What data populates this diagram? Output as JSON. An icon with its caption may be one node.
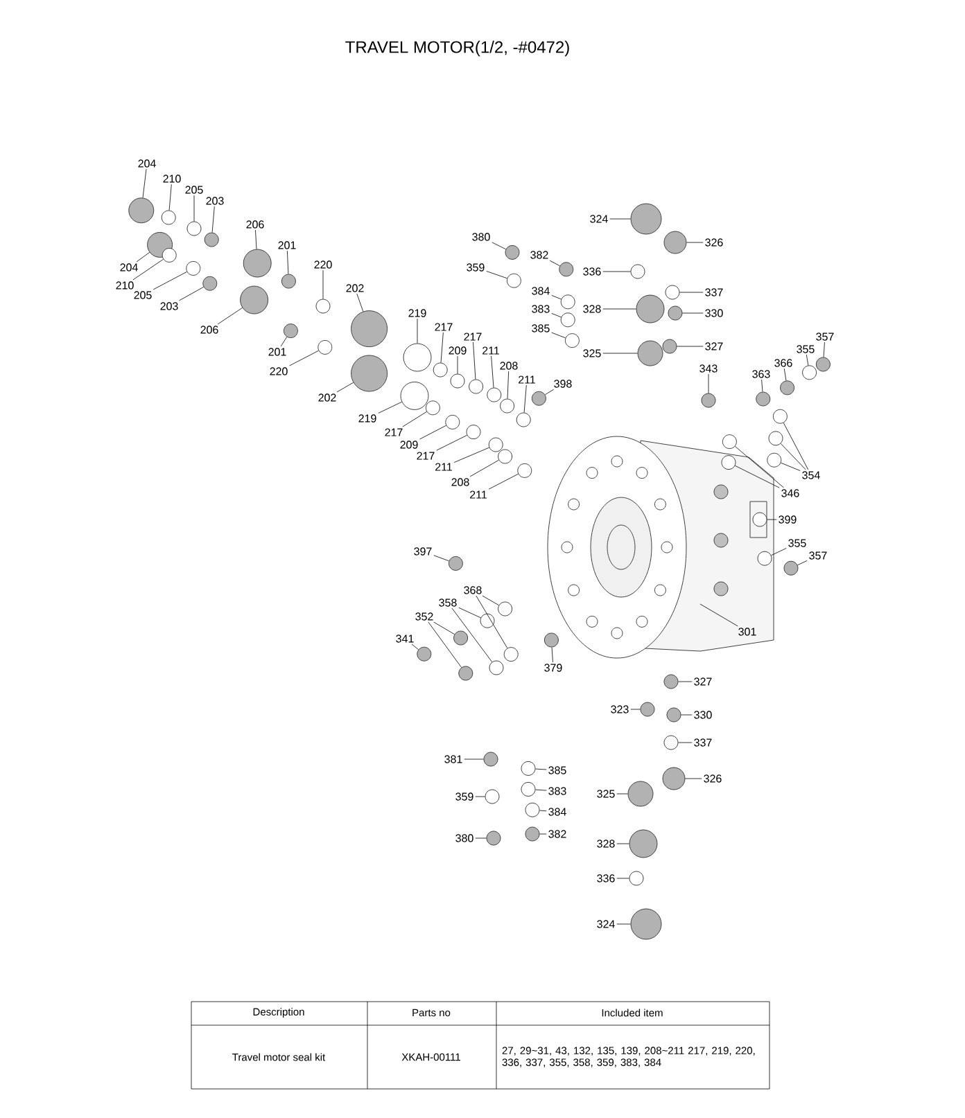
{
  "diagram": {
    "title": "TRAVEL MOTOR(1/2, -#0472)",
    "nodes": [
      {
        "text": [
          "204"
        ]
      },
      {
        "text": [
          "210"
        ]
      },
      {
        "text": [
          "205"
        ]
      },
      {
        "text": [
          "203"
        ]
      },
      {
        "text": [
          "206"
        ]
      },
      {
        "text": [
          "201"
        ]
      },
      {
        "text": [
          "220"
        ]
      },
      {
        "text": [
          "202"
        ]
      },
      {
        "text": [
          "219"
        ]
      },
      {
        "text": [
          "217"
        ]
      },
      {
        "text": [
          "217"
        ]
      },
      {
        "text": [
          "209"
        ]
      },
      {
        "text": [
          "211"
        ]
      },
      {
        "text": [
          "208"
        ]
      },
      {
        "text": [
          "211"
        ]
      },
      {
        "text": [
          "398"
        ]
      },
      {
        "text": [
          "204"
        ]
      },
      {
        "text": [
          "210"
        ]
      },
      {
        "text": [
          "205"
        ]
      },
      {
        "text": [
          "203"
        ]
      },
      {
        "text": [
          "206"
        ]
      },
      {
        "text": [
          "201"
        ]
      },
      {
        "text": [
          "220"
        ]
      },
      {
        "text": [
          "202"
        ]
      },
      {
        "text": [
          "219"
        ]
      },
      {
        "text": [
          "217"
        ]
      },
      {
        "text": [
          "209"
        ]
      },
      {
        "text": [
          "217"
        ]
      },
      {
        "text": [
          "211"
        ]
      },
      {
        "text": [
          "208"
        ]
      },
      {
        "text": [
          "211"
        ]
      },
      {
        "text": [
          "380"
        ]
      },
      {
        "text": [
          "382"
        ]
      },
      {
        "text": [
          "359"
        ]
      },
      {
        "text": [
          "384"
        ]
      },
      {
        "text": [
          "383"
        ]
      },
      {
        "text": [
          "385"
        ]
      },
      {
        "text": [
          "324"
        ]
      },
      {
        "text": [
          "326"
        ]
      },
      {
        "text": [
          "336"
        ]
      },
      {
        "text": [
          "337"
        ]
      },
      {
        "text": [
          "328"
        ]
      },
      {
        "text": [
          "330"
        ]
      },
      {
        "text": [
          "325"
        ]
      },
      {
        "text": [
          "327"
        ]
      },
      {
        "text": [
          "343"
        ]
      },
      {
        "text": [
          "363"
        ]
      },
      {
        "text": [
          "366"
        ]
      },
      {
        "text": [
          "355"
        ]
      },
      {
        "text": [
          "357"
        ]
      },
      {
        "text": [
          "354"
        ]
      },
      {
        "text": [
          "346"
        ]
      },
      {
        "text": [
          "399"
        ]
      },
      {
        "text": [
          "355"
        ]
      },
      {
        "text": [
          "357"
        ]
      },
      {
        "text": [
          "397"
        ]
      },
      {
        "text": [
          "368"
        ]
      },
      {
        "text": [
          "358"
        ]
      },
      {
        "text": [
          "352"
        ]
      },
      {
        "text": [
          "341"
        ]
      },
      {
        "text": [
          "379"
        ]
      },
      {
        "text": [
          "301"
        ]
      },
      {
        "text": [
          "327"
        ]
      },
      {
        "text": [
          "330"
        ]
      },
      {
        "text": [
          "337"
        ]
      },
      {
        "text": [
          "323"
        ]
      },
      {
        "text": [
          "381"
        ]
      },
      {
        "text": [
          "385"
        ]
      },
      {
        "text": [
          "383"
        ]
      },
      {
        "text": [
          "384"
        ]
      },
      {
        "text": [
          "359"
        ]
      },
      {
        "text": [
          "382"
        ]
      },
      {
        "text": [
          "380"
        ]
      },
      {
        "text": [
          "326"
        ]
      },
      {
        "text": [
          "325"
        ]
      },
      {
        "text": [
          "328"
        ]
      },
      {
        "text": [
          "336"
        ]
      },
      {
        "text": [
          "324"
        ]
      },
      {
        "text": [],
        "shape": "circle"
      },
      {
        "text": [],
        "shape": "circle"
      },
      {
        "text": [],
        "shape": "circle"
      },
      {
        "text": [],
        "shape": "circle"
      },
      {
        "text": [],
        "shape": "circle"
      },
      {
        "text": [],
        "shape": "circle"
      },
      {
        "text": [],
        "shape": "circle"
      },
      {
        "text": [],
        "shape": "circle"
      },
      {
        "text": [],
        "shape": "circle"
      },
      {
        "text": [],
        "shape": "circle"
      },
      {
        "text": [],
        "shape": "circle"
      },
      {
        "text": [],
        "shape": "circle"
      },
      {
        "text": [],
        "shape": "circle"
      },
      {
        "text": [],
        "shape": "circle"
      },
      {
        "text": [],
        "shape": "circle"
      },
      {
        "text": [],
        "shape": "circle"
      },
      {
        "text": [],
        "shape": "circle"
      },
      {
        "text": [],
        "shape": "circle"
      },
      {
        "text": [],
        "shape": "circle"
      },
      {
        "text": [],
        "shape": "circle"
      },
      {
        "text": [],
        "shape": "circle"
      },
      {
        "text": [],
        "shape": "circle"
      },
      {
        "text": [],
        "shape": "circle"
      },
      {
        "text": [],
        "shape": "circle"
      },
      {
        "text": [],
        "shape": "circle"
      },
      {
        "text": [],
        "shape": "circle"
      },
      {
        "text": [],
        "shape": "circle"
      },
      {
        "text": [],
        "shape": "circle"
      },
      {
        "text": [],
        "shape": "circle"
      },
      {
        "text": [],
        "shape": "circle"
      },
      {
        "text": [],
        "shape": "circle"
      },
      {
        "text": [],
        "shape": "circle"
      },
      {
        "text": [],
        "shape": "circle"
      },
      {
        "text": [],
        "shape": "circle"
      },
      {
        "text": [],
        "shape": "circle"
      },
      {
        "text": [],
        "shape": "circle"
      },
      {
        "text": [],
        "shape": "circle"
      },
      {
        "text": [],
        "shape": "circle"
      },
      {
        "text": [],
        "shape": "circle"
      },
      {
        "text": [],
        "shape": "circle"
      },
      {
        "text": [],
        "shape": "circle"
      },
      {
        "text": [],
        "shape": "circle"
      },
      {
        "text": [],
        "shape": "circle"
      },
      {
        "text": [],
        "shape": "circle"
      },
      {
        "text": [],
        "shape": "circle"
      },
      {
        "text": [],
        "shape": "circle"
      },
      {
        "text": [],
        "shape": "circle"
      },
      {
        "text": [],
        "shape": "circle"
      },
      {
        "text": [],
        "shape": "circle"
      },
      {
        "text": [],
        "shape": "circle"
      },
      {
        "text": [],
        "shape": "circle"
      },
      {
        "text": [],
        "shape": "circle"
      },
      {
        "text": [],
        "shape": "circle"
      },
      {
        "text": [],
        "shape": "circle"
      },
      {
        "text": [],
        "shape": "circle"
      },
      {
        "text": [],
        "shape": "circle"
      },
      {
        "text": [],
        "shape": "circle"
      },
      {
        "text": [],
        "shape": "circle"
      },
      {
        "text": [],
        "shape": "circle"
      },
      {
        "text": [],
        "shape": "circle"
      },
      {
        "text": [],
        "shape": "circle"
      },
      {
        "text": [],
        "shape": "circle"
      },
      {
        "text": [],
        "shape": "circle"
      },
      {
        "text": [],
        "shape": "circle"
      },
      {
        "text": [],
        "shape": "circle"
      },
      {
        "text": [],
        "shape": "circle"
      },
      {
        "text": [],
        "shape": "circle"
      },
      {
        "text": [],
        "shape": "circle"
      },
      {
        "text": [],
        "shape": "circle"
      },
      {
        "text": [],
        "shape": "circle"
      },
      {
        "text": [],
        "shape": "circle"
      },
      {
        "text": [],
        "shape": "circle"
      },
      {
        "text": [],
        "shape": "circle"
      },
      {
        "text": [],
        "shape": "circle"
      },
      {
        "text": [],
        "shape": "circle"
      },
      {
        "text": [],
        "shape": "circle"
      },
      {
        "text": [],
        "shape": "circle"
      },
      {
        "text": [],
        "shape": "circle"
      },
      {
        "text": [],
        "shape": "circle"
      },
      {
        "text": [],
        "shape": "circle"
      },
      {
        "text": [],
        "shape": "circle"
      },
      {
        "text": [],
        "shape": "circle"
      },
      {
        "text": [],
        "shape": "circle"
      }
    ],
    "edges": [
      {
        "from": 0,
        "to": 78,
        "arrow": "none"
      },
      {
        "from": 1,
        "to": 79,
        "arrow": "none"
      },
      {
        "from": 2,
        "to": 80,
        "arrow": "none"
      },
      {
        "from": 3,
        "to": 81,
        "arrow": "none"
      },
      {
        "from": 4,
        "to": 82,
        "arrow": "none"
      },
      {
        "from": 5,
        "to": 83,
        "arrow": "none"
      },
      {
        "from": 6,
        "to": 84,
        "arrow": "none"
      },
      {
        "from": 7,
        "to": 85,
        "arrow": "none"
      },
      {
        "from": 8,
        "to": 86,
        "arrow": "none"
      },
      {
        "from": 9,
        "to": 87,
        "arrow": "none"
      },
      {
        "from": 10,
        "to": 88,
        "arrow": "none"
      },
      {
        "from": 11,
        "to": 89,
        "arrow": "none"
      },
      {
        "from": 12,
        "to": 90,
        "arrow": "none"
      },
      {
        "from": 13,
        "to": 91,
        "arrow": "none"
      },
      {
        "from": 14,
        "to": 92,
        "arrow": "none"
      },
      {
        "from": 15,
        "to": 93,
        "arrow": "none"
      },
      {
        "from": 16,
        "to": 94,
        "arrow": "none"
      },
      {
        "from": 17,
        "to": 95,
        "arrow": "none"
      },
      {
        "from": 18,
        "to": 96,
        "arrow": "none"
      },
      {
        "from": 19,
        "to": 97,
        "arrow": "none"
      },
      {
        "from": 20,
        "to": 98,
        "arrow": "none"
      },
      {
        "from": 21,
        "to": 99,
        "arrow": "none"
      },
      {
        "from": 22,
        "to": 100,
        "arrow": "none"
      },
      {
        "from": 23,
        "to": 101,
        "arrow": "none"
      },
      {
        "from": 24,
        "to": 102,
        "arrow": "none"
      },
      {
        "from": 25,
        "to": 103,
        "arrow": "none"
      },
      {
        "from": 26,
        "to": 104,
        "arrow": "none"
      },
      {
        "from": 27,
        "to": 105,
        "arrow": "none"
      },
      {
        "from": 28,
        "to": 106,
        "arrow": "none"
      },
      {
        "from": 29,
        "to": 107,
        "arrow": "none"
      },
      {
        "from": 30,
        "to": 108,
        "arrow": "none"
      },
      {
        "from": 31,
        "to": 109,
        "arrow": "none"
      },
      {
        "from": 32,
        "to": 110,
        "arrow": "none"
      },
      {
        "from": 33,
        "to": 111,
        "arrow": "none"
      },
      {
        "from": 34,
        "to": 112,
        "arrow": "none"
      },
      {
        "from": 35,
        "to": 113,
        "arrow": "none"
      },
      {
        "from": 36,
        "to": 114,
        "arrow": "none"
      },
      {
        "from": 37,
        "to": 115,
        "arrow": "none"
      },
      {
        "from": 38,
        "to": 116,
        "arrow": "none"
      },
      {
        "from": 39,
        "to": 117,
        "arrow": "none"
      },
      {
        "from": 40,
        "to": 118,
        "arrow": "none"
      },
      {
        "from": 41,
        "to": 119,
        "arrow": "none"
      },
      {
        "from": 42,
        "to": 120,
        "arrow": "none"
      },
      {
        "from": 43,
        "to": 121,
        "arrow": "none"
      },
      {
        "from": 44,
        "to": 122,
        "arrow": "none"
      },
      {
        "from": 45,
        "to": 123,
        "arrow": "none"
      },
      {
        "from": 46,
        "to": 124,
        "arrow": "none"
      },
      {
        "from": 47,
        "to": 125,
        "arrow": "none"
      },
      {
        "from": 48,
        "to": 126,
        "arrow": "none"
      },
      {
        "from": 49,
        "to": 127,
        "arrow": "none"
      },
      {
        "from": 50,
        "to": 128,
        "arrow": "none"
      },
      {
        "from": 50,
        "to": 129,
        "arrow": "none"
      },
      {
        "from": 50,
        "to": 130,
        "arrow": "none"
      },
      {
        "from": 51,
        "to": 131,
        "arrow": "none"
      },
      {
        "from": 51,
        "to": 132,
        "arrow": "none"
      },
      {
        "from": 52,
        "to": 133,
        "arrow": "none"
      },
      {
        "from": 53,
        "to": 134,
        "arrow": "none"
      },
      {
        "from": 54,
        "to": 135,
        "arrow": "none"
      },
      {
        "from": 55,
        "to": 136,
        "arrow": "none"
      },
      {
        "from": 56,
        "to": 137,
        "arrow": "none"
      },
      {
        "from": 56,
        "to": 138,
        "arrow": "none"
      },
      {
        "from": 57,
        "to": 139,
        "arrow": "none"
      },
      {
        "from": 57,
        "to": 140,
        "arrow": "none"
      },
      {
        "from": 58,
        "to": 141,
        "arrow": "none"
      },
      {
        "from": 58,
        "to": 142,
        "arrow": "none"
      },
      {
        "from": 59,
        "to": 143,
        "arrow": "none"
      },
      {
        "from": 60,
        "to": 144,
        "arrow": "none"
      },
      {
        "from": 61,
        "to": null,
        "arrow": "none"
      },
      {
        "from": 62,
        "to": 145,
        "arrow": "none"
      },
      {
        "from": 63,
        "to": 146,
        "arrow": "none"
      },
      {
        "from": 64,
        "to": 147,
        "arrow": "none"
      },
      {
        "from": 65,
        "to": 148,
        "arrow": "none"
      },
      {
        "from": 66,
        "to": 149,
        "arrow": "none"
      },
      {
        "from": 67,
        "to": 150,
        "arrow": "none"
      },
      {
        "from": 68,
        "to": 151,
        "arrow": "none"
      },
      {
        "from": 69,
        "to": 152,
        "arrow": "none"
      },
      {
        "from": 70,
        "to": 153,
        "arrow": "none"
      },
      {
        "from": 71,
        "to": 154,
        "arrow": "none"
      },
      {
        "from": 72,
        "to": 155,
        "arrow": "none"
      },
      {
        "from": 73,
        "to": 156,
        "arrow": "none"
      },
      {
        "from": 74,
        "to": 157,
        "arrow": "none"
      },
      {
        "from": 75,
        "to": 158,
        "arrow": "none"
      },
      {
        "from": 76,
        "to": 159,
        "arrow": "none"
      },
      {
        "from": 77,
        "to": 160,
        "arrow": "none"
      }
    ],
    "labels": [
      "Description",
      "Parts no",
      "Included item",
      "Travel motor seal kit",
      "XKAH-00111",
      "27, 29~31, 43, 132, 135, 139, 208~211 217, 219, 220, 336, 337, 355, 358, 359, 383, 384"
    ]
  }
}
